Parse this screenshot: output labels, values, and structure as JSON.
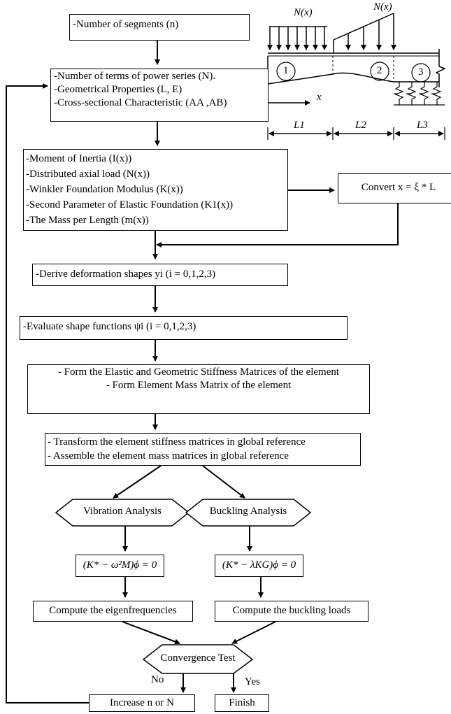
{
  "flow": {
    "b1": "-Number of segments (n)",
    "b2": [
      "-Number of terms of power series (N).",
      "-Geometrical Properties (L, E)",
      "-Cross-sectional Characteristic (AA ,AB)"
    ],
    "b3": [
      "-Moment of Inertia (I(x))",
      "-Distributed axial load (N(x))",
      "-Winkler Foundation Modulus (K(x))",
      "-Second Parameter of Elastic Foundation (K1(x))",
      "-The Mass per Length (m(x))"
    ],
    "convert": "Convert x = ξ * L",
    "b4": "-Derive deformation shapes  yi (i = 0,1,2,3)",
    "b5": "-Evaluate shape functions    ψi (i = 0,1,2,3)",
    "b6": [
      "- Form the Elastic and Geometric Stiffness Matrices of the element",
      "- Form Element Mass Matrix of the element"
    ],
    "b7": [
      "- Transform the element stiffness matrices in global reference",
      "- Assemble the element mass matrices in global reference"
    ],
    "vib": "Vibration Analysis",
    "buck": "Buckling Analysis",
    "eq_vib": "(K* − ω²M)ϕ = 0",
    "eq_buck": "(K* − λKG)ϕ = 0",
    "freq": "Compute the eigenfrequencies",
    "loads": "Compute the buckling loads",
    "conv": "Convergence Test",
    "no": "No",
    "yes": "Yes",
    "increase": "Increase n or N",
    "finish": "Finish"
  },
  "beam": {
    "load_left": "N(x)",
    "load_right": "N(x)",
    "seg1": "1",
    "seg2": "2",
    "seg3": "3",
    "x_axis": "x",
    "l1": "L1",
    "l2": "L2",
    "l3": "L3"
  }
}
